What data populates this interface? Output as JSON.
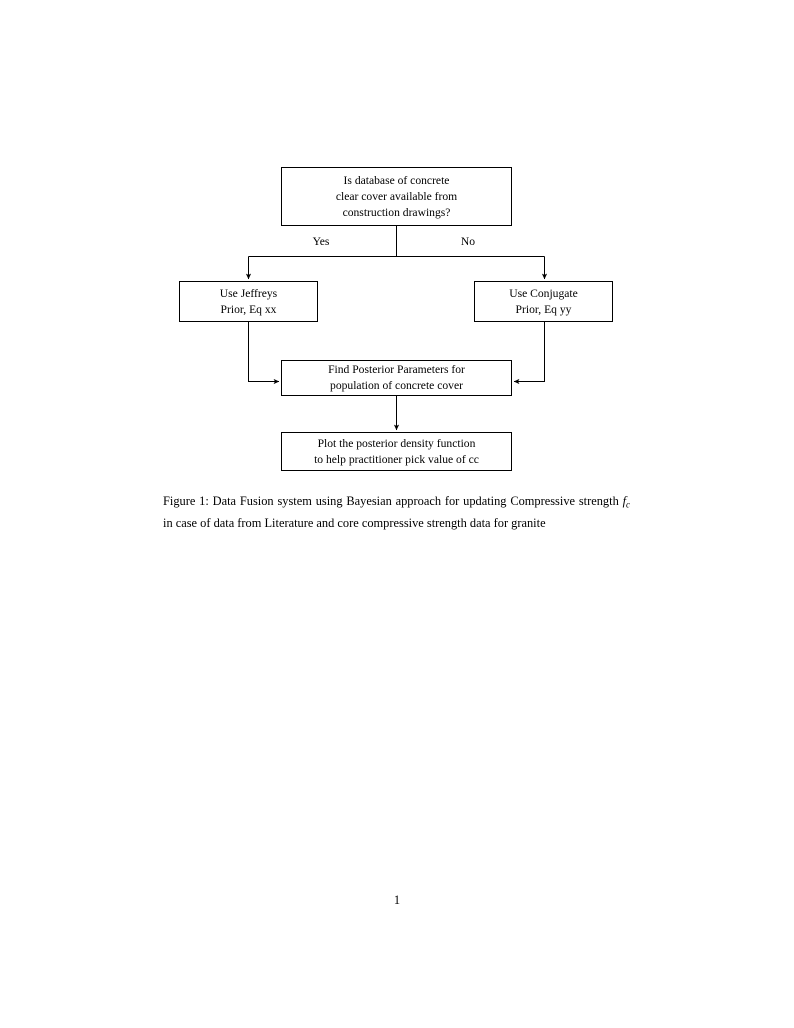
{
  "page": {
    "background": "#ffffff",
    "ink_color": "#000000",
    "page_number": "1"
  },
  "figure": {
    "nodes": [
      {
        "id": "decision",
        "name": "decision-node",
        "lines": [
          "Is database of concrete",
          "clear cover available from",
          "construction drawings?"
        ]
      },
      {
        "id": "jeffreys",
        "name": "jeffreys-prior-node",
        "lines": [
          "Use Jeffreys",
          "Prior, Eq xx"
        ]
      },
      {
        "id": "conjugate",
        "name": "conjugate-prior-node",
        "lines": [
          "Use Conjugate",
          "Prior, Eq yy"
        ]
      },
      {
        "id": "posterior",
        "name": "posterior-parameters-node",
        "lines": [
          "Find Posterior Parameters for",
          "population of concrete cover"
        ]
      },
      {
        "id": "plot",
        "name": "plot-density-node",
        "lines": [
          "Plot the posterior density function",
          "to help practitioner pick value of cc"
        ]
      }
    ],
    "edge_labels": {
      "yes": "Yes",
      "no": "No"
    }
  },
  "caption": {
    "label": "Figure 1:",
    "text_before_math": " Data Fusion system using Bayesian approach for updating Compressive strength ",
    "math_base": "f",
    "math_subscript": "c",
    "text_after_math": " in case of data from Literature and core compressive strength data for granite",
    "full_text": "Figure 1: Data Fusion system using Bayesian approach for updating Compressive strength f_c in case of data from Literature and core compressive strength data for granite"
  }
}
